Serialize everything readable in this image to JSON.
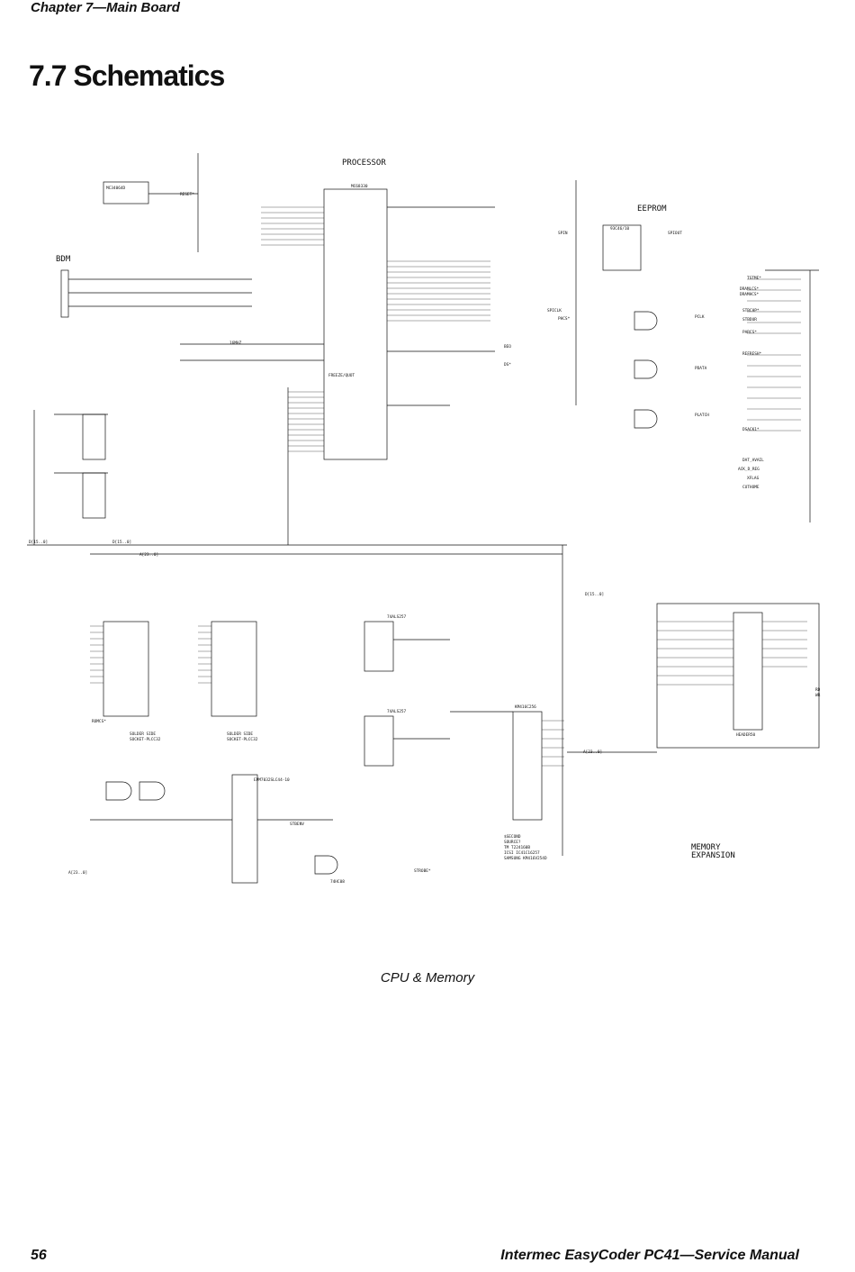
{
  "header": {
    "chapter": "Chapter 7—Main Board"
  },
  "page_title": "7.7 Schematics",
  "schematic": {
    "blocks": {
      "processor": "PROCESSOR",
      "eeprom": "EEPROM",
      "bdm": "BDM",
      "memory_expansion_1": "MEMORY",
      "memory_expansion_2": "EXPANSION"
    },
    "parts": {
      "mcu": "MC68330",
      "reset_ic": "MC34064D",
      "eeprom_ic": "93C46/10",
      "socket_1": "SOLDER SIDE",
      "socket_1b": "SOCKET-PLCC32",
      "socket_2": "SOLDER SIDE",
      "socket_2b": "SOCKET-PLCC32",
      "dram": "KM416C256",
      "dram_note_1": "$SECOND",
      "dram_note_2": "SOURCE?",
      "dram_tm": "TM T224160B",
      "dram_ics": "ICSI IC41C16257",
      "dram_samsung": "SAMSUNG KM416V254D",
      "mux_1": "74ALS257",
      "mux_2": "74ALS257",
      "pld": "EPM7032SLC44-10",
      "gate_u17": "74HC08",
      "connector": "HEADER50"
    },
    "nets": {
      "d_bus_1": "D[15..0]",
      "d_bus_2": "D[15..0]",
      "a_bus": "A[23..0]",
      "a_bus_2": "A[23..0]",
      "a_bus_3": "A[23..0]",
      "d_bus_right": "D[15..0]",
      "reset": "RESET*",
      "spin": "SPIN",
      "spout": "SPIOUT",
      "pclk": "PCLK",
      "pdata": "PDATA",
      "platch": "PLATCH",
      "strobe": "STROBE*",
      "beo": "BEO",
      "ds": "DS*",
      "rd": "RD",
      "wr": "WR",
      "mhz16": "16MHZ",
      "bdm_freeze": "FREEZE/QUOT",
      "pclk_in": "SPICLK",
      "pcs": "PHCS*",
      "tstme": "TSTME*",
      "dramlcs": "DRAMLCS*",
      "dramhcs": "DRAMHCS*",
      "refresh": "REFRESH*",
      "stbchp": "STBCHP*",
      "stbdur": "STBDUR",
      "romcs": "ROMCS*",
      "dsack": "DSACK1*",
      "parcs": "PARCS*",
      "cuthome": "CUTHOME",
      "stbenv": "STBENV",
      "ack_d_reg": "ACK_D_REG",
      "dat_avail": "DAT_AVAIL",
      "xflag": "XFLAG"
    }
  },
  "caption": "CPU & Memory",
  "footer": {
    "page_number": "56",
    "manual_title": "Intermec EasyCoder PC41—Service Manual"
  }
}
